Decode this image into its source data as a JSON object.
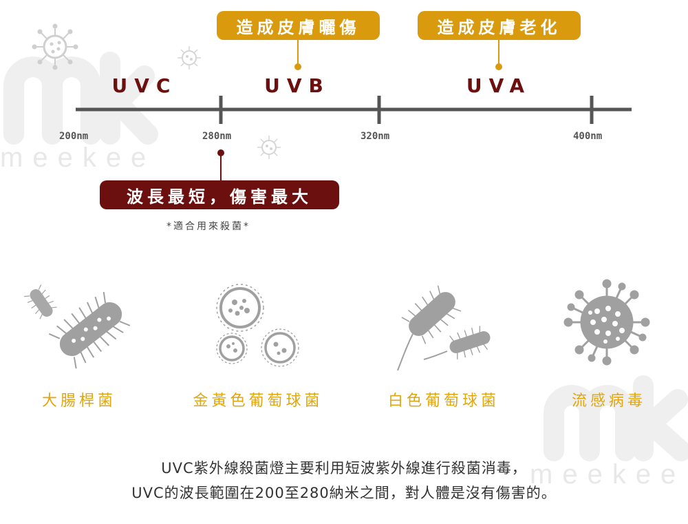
{
  "callouts": {
    "uvb_effect": "造成皮膚曬傷",
    "uva_effect": "造成皮膚老化",
    "uvc_effect": "波長最短，傷害最大"
  },
  "bands": {
    "uvc": "UVC",
    "uvb": "UVB",
    "uva": "UVA"
  },
  "wavelengths": [
    "200nm",
    "280nm",
    "320nm",
    "400nm"
  ],
  "note": "*適合用來殺菌*",
  "germs": [
    {
      "label": "大腸桿菌",
      "icon": "e-coli-icon"
    },
    {
      "label": "金黃色葡萄球菌",
      "icon": "staphylococcus-aureus-icon"
    },
    {
      "label": "白色葡萄球菌",
      "icon": "staphylococcus-albus-icon"
    },
    {
      "label": "流感病毒",
      "icon": "influenza-virus-icon"
    }
  ],
  "description": {
    "line1": "UVC紫外線殺菌燈主要利用短波紫外線進行殺菌消毒，",
    "line2": "UVC的波長範圍在200至280納米之間，對人體是沒有傷害的。"
  },
  "watermark": {
    "text": "meekee",
    "icon": "mk-logo-icon"
  },
  "colors": {
    "gold": "#d99a0e",
    "dark_red": "#6b0f0f",
    "gray": "#999999",
    "line": "#555555"
  }
}
